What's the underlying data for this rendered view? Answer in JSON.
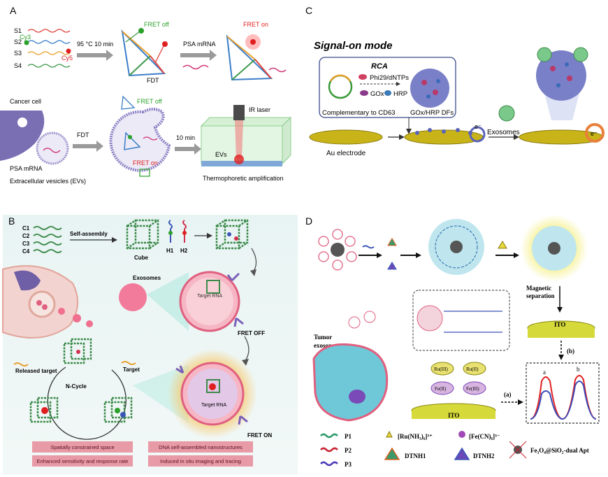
{
  "panel_a": {
    "label": "A",
    "strands": [
      "S1",
      "S2",
      "S3",
      "S4"
    ],
    "dye_cy3": "Cy3",
    "dye_cy5": "Cy5",
    "step1": "95 °C 10 min",
    "fret_off": "FRET off",
    "fdt": "FDT",
    "step2": "PSA mRNA",
    "fret_on": "FRET on",
    "cancer_cell": "Cancer cell",
    "psa_mrna": "PSA mRNA",
    "evs": "Extracellular vesicles (EVs)",
    "fdt2": "FDT",
    "fret_off2": "FRET off",
    "fret_on2": "FRET on",
    "time": "10 min",
    "ir_laser": "IR laser",
    "evs_short": "EVs",
    "thermo": "Thermophoretic amplification"
  },
  "panel_b": {
    "label": "B",
    "strands": [
      "C1",
      "C2",
      "C3",
      "C4"
    ],
    "self_assembly": "Self-assembly",
    "cube": "Cube",
    "h1": "H1",
    "h2": "H2",
    "exosomes": "Exosomes",
    "target_rna_top": "Target RNA",
    "fret_off": "FRET OFF",
    "released_target": "Released target",
    "target": "Target",
    "n_cycle": "N-Cycle",
    "target_rna_bottom": "Target RNA",
    "fret_on": "FRET ON",
    "box1": "Spatially constrained space",
    "box2": "DNA self-assembled nanostructures",
    "box3": "Enhanced sensitivity and response rate",
    "box4": "Induced in situ imaging and tracing"
  },
  "panel_c": {
    "label": "C",
    "title": "Signal-on mode",
    "rca": "RCA",
    "phi29": "Phi29/dNTPs",
    "gox": "GOx",
    "hrp": "HRP",
    "complementary": "Complementary to CD63",
    "dfs": "GOx/HRP DFs",
    "au": "Au electrode",
    "electron": "e⁻",
    "exosomes": "Exosomes",
    "electron2": "e⁻"
  },
  "panel_d": {
    "label": "D",
    "magnetic": "Magnetic",
    "separation": "separation",
    "ito_right": "ITO",
    "step_b": "(b)",
    "tumor": "Tumor",
    "exosome": "exosome",
    "ru3": "Ru(III)",
    "ru2": "Ru(II)",
    "fe2": "Fe(II)",
    "fe3": "Fe(III)",
    "ito_left": "ITO",
    "step_a": "(a)",
    "peak_a": "a",
    "peak_b": "b",
    "p1": "P1",
    "p2": "P2",
    "p3": "P3",
    "ru_complex": "[Ru(NH₃)₆]³⁺",
    "fe_complex": "[Fe(CN)₆]³⁻",
    "dtnh1": "DTNH1",
    "dtnh2": "DTNH2",
    "nanoparticle": "Fe₃O₄@SiO₂-dual Apt"
  },
  "colors": {
    "fret_on": "#e02020",
    "fret_off": "#2aa02a",
    "vesicle_purple": "#7b6fb4",
    "dna_green": "#3c8a4a",
    "gold": "#c8b418",
    "ito_yellow": "#d6d93a",
    "pink_exosome": "#f27a9a"
  }
}
